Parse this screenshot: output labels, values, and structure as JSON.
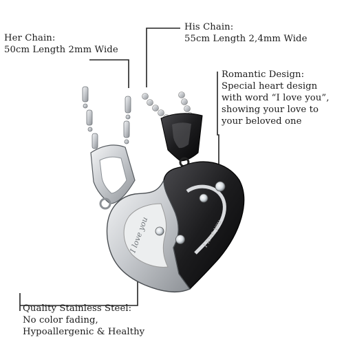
{
  "her_chain": {
    "title": "Her Chain:",
    "detail": "50cm Length 2mm Wide"
  },
  "his_chain": {
    "title": "His Chain:",
    "detail": "55cm Length 2,4mm Wide"
  },
  "romantic_design": {
    "title": "Romantic Design:",
    "lines": [
      "Special heart design",
      "with word “I love you”,",
      "showing your love to",
      "your beloved one"
    ]
  },
  "quality_steel": {
    "title": "Quality Stainless Steel:",
    "lines": [
      "No color fading,",
      "Hypoallergenic & Healthy"
    ]
  },
  "engravings": {
    "silver": "I love you",
    "black": "I love you"
  },
  "colors": {
    "text": "#1a1a1a",
    "leader_line": "#222222",
    "silver": "#c9ccd0",
    "black": "#1c1c1e"
  }
}
